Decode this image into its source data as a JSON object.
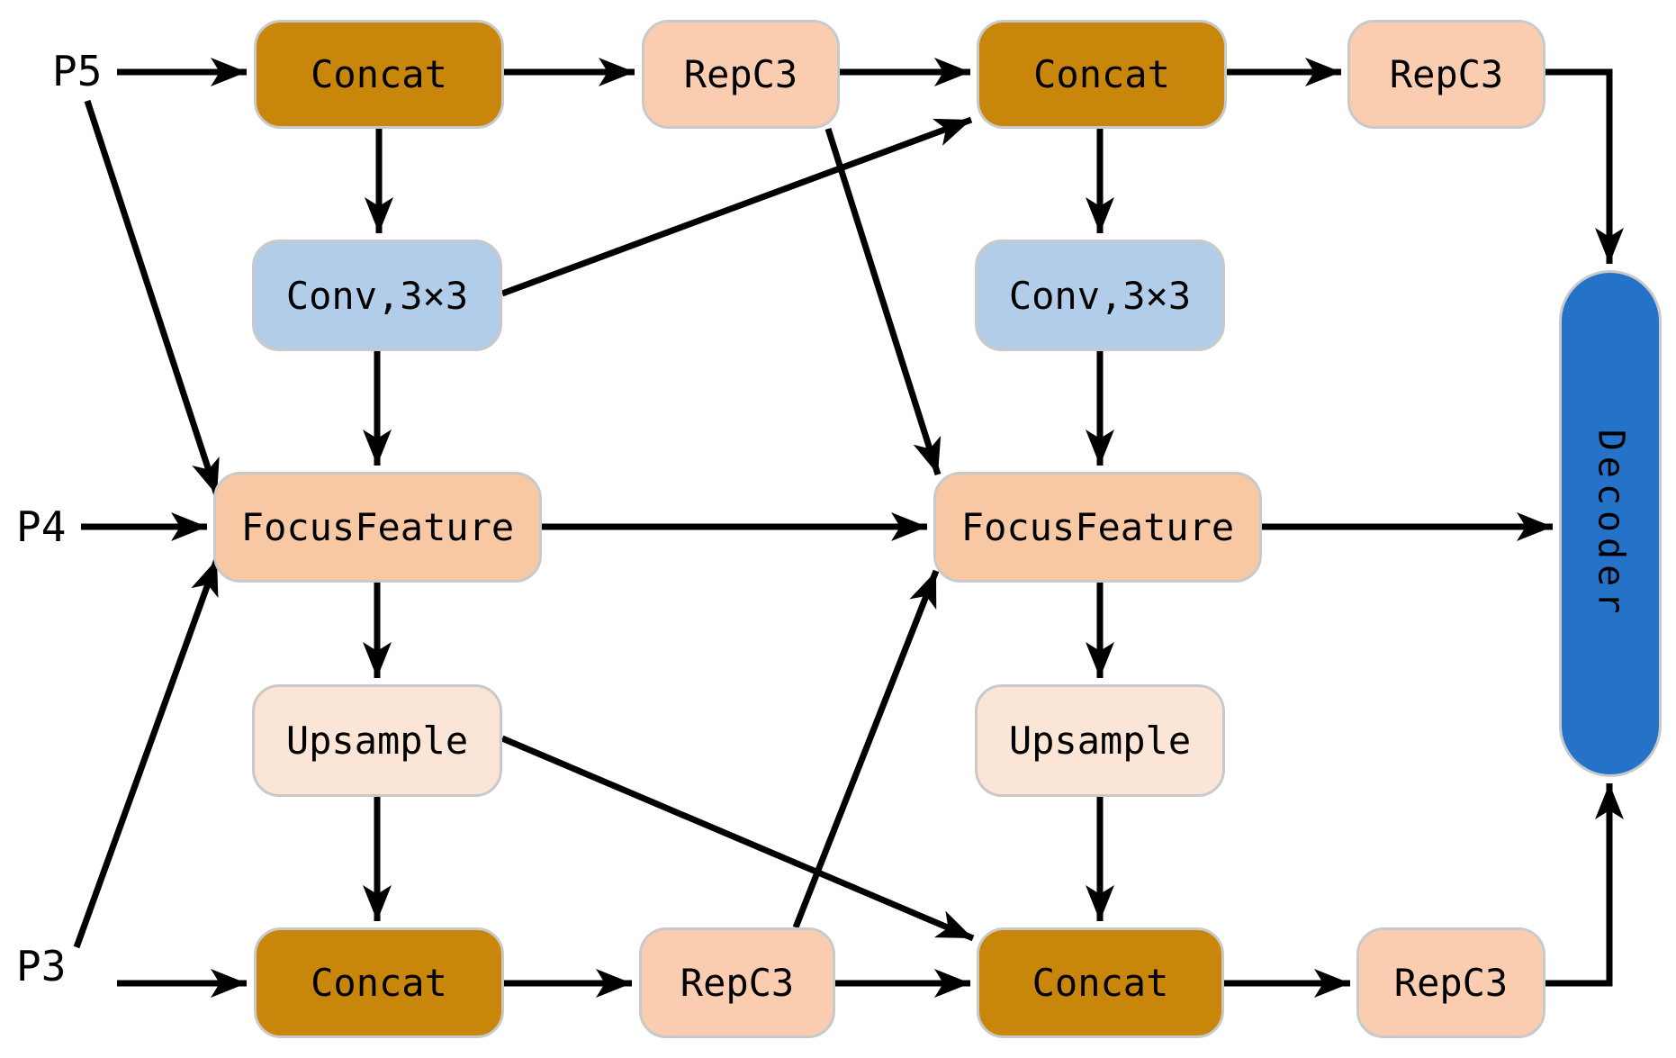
{
  "diagram_title": "",
  "inputs": {
    "p5": "P5",
    "p4": "P4",
    "p3": "P3"
  },
  "nodes": {
    "concat_tl": {
      "label": "Concat"
    },
    "repc3_t1": {
      "label": "RepC3"
    },
    "concat_tr": {
      "label": "Concat"
    },
    "repc3_t2": {
      "label": "RepC3"
    },
    "conv_left": {
      "label": "Conv,3×3"
    },
    "conv_right": {
      "label": "Conv,3×3"
    },
    "ff_left": {
      "label": "FocusFeature"
    },
    "ff_right": {
      "label": "FocusFeature"
    },
    "upsample_left": {
      "label": "Upsample"
    },
    "upsample_right": {
      "label": "Upsample"
    },
    "concat_bl": {
      "label": "Concat"
    },
    "repc3_b1": {
      "label": "RepC3"
    },
    "concat_br": {
      "label": "Concat"
    },
    "repc3_b2": {
      "label": "RepC3"
    },
    "decoder": {
      "label": "Decoder"
    }
  },
  "edges": [
    {
      "from": "p5",
      "to": "concat_tl"
    },
    {
      "from": "p5",
      "to": "ff_left"
    },
    {
      "from": "p4",
      "to": "ff_left"
    },
    {
      "from": "p3",
      "to": "ff_left"
    },
    {
      "from": "p3",
      "to": "concat_bl"
    },
    {
      "from": "concat_tl",
      "to": "repc3_t1"
    },
    {
      "from": "concat_tl",
      "to": "conv_left"
    },
    {
      "from": "repc3_t1",
      "to": "concat_tr"
    },
    {
      "from": "repc3_t1",
      "to": "ff_right"
    },
    {
      "from": "conv_left",
      "to": "ff_left"
    },
    {
      "from": "conv_left",
      "to": "concat_tr"
    },
    {
      "from": "concat_tr",
      "to": "repc3_t2"
    },
    {
      "from": "concat_tr",
      "to": "conv_right"
    },
    {
      "from": "repc3_t2",
      "to": "decoder"
    },
    {
      "from": "conv_right",
      "to": "ff_right"
    },
    {
      "from": "ff_left",
      "to": "ff_right"
    },
    {
      "from": "ff_left",
      "to": "upsample_left"
    },
    {
      "from": "ff_right",
      "to": "decoder"
    },
    {
      "from": "ff_right",
      "to": "upsample_right"
    },
    {
      "from": "upsample_left",
      "to": "concat_bl"
    },
    {
      "from": "upsample_left",
      "to": "concat_br"
    },
    {
      "from": "upsample_right",
      "to": "concat_br"
    },
    {
      "from": "concat_bl",
      "to": "repc3_b1"
    },
    {
      "from": "repc3_b1",
      "to": "concat_br"
    },
    {
      "from": "repc3_b1",
      "to": "ff_right"
    },
    {
      "from": "concat_br",
      "to": "repc3_b2"
    },
    {
      "from": "repc3_b2",
      "to": "decoder"
    }
  ],
  "colors": {
    "concat": "#C8860B",
    "repc3": "#FACDB0",
    "conv": "#B2CDE9",
    "focusfeature": "#F8C8A4",
    "upsample": "#FBE5D6",
    "decoder": "#2473C8",
    "node_border": "#C9C9C9",
    "arrow": "#000000",
    "background": "#FFFFFF",
    "text": "#000000"
  }
}
